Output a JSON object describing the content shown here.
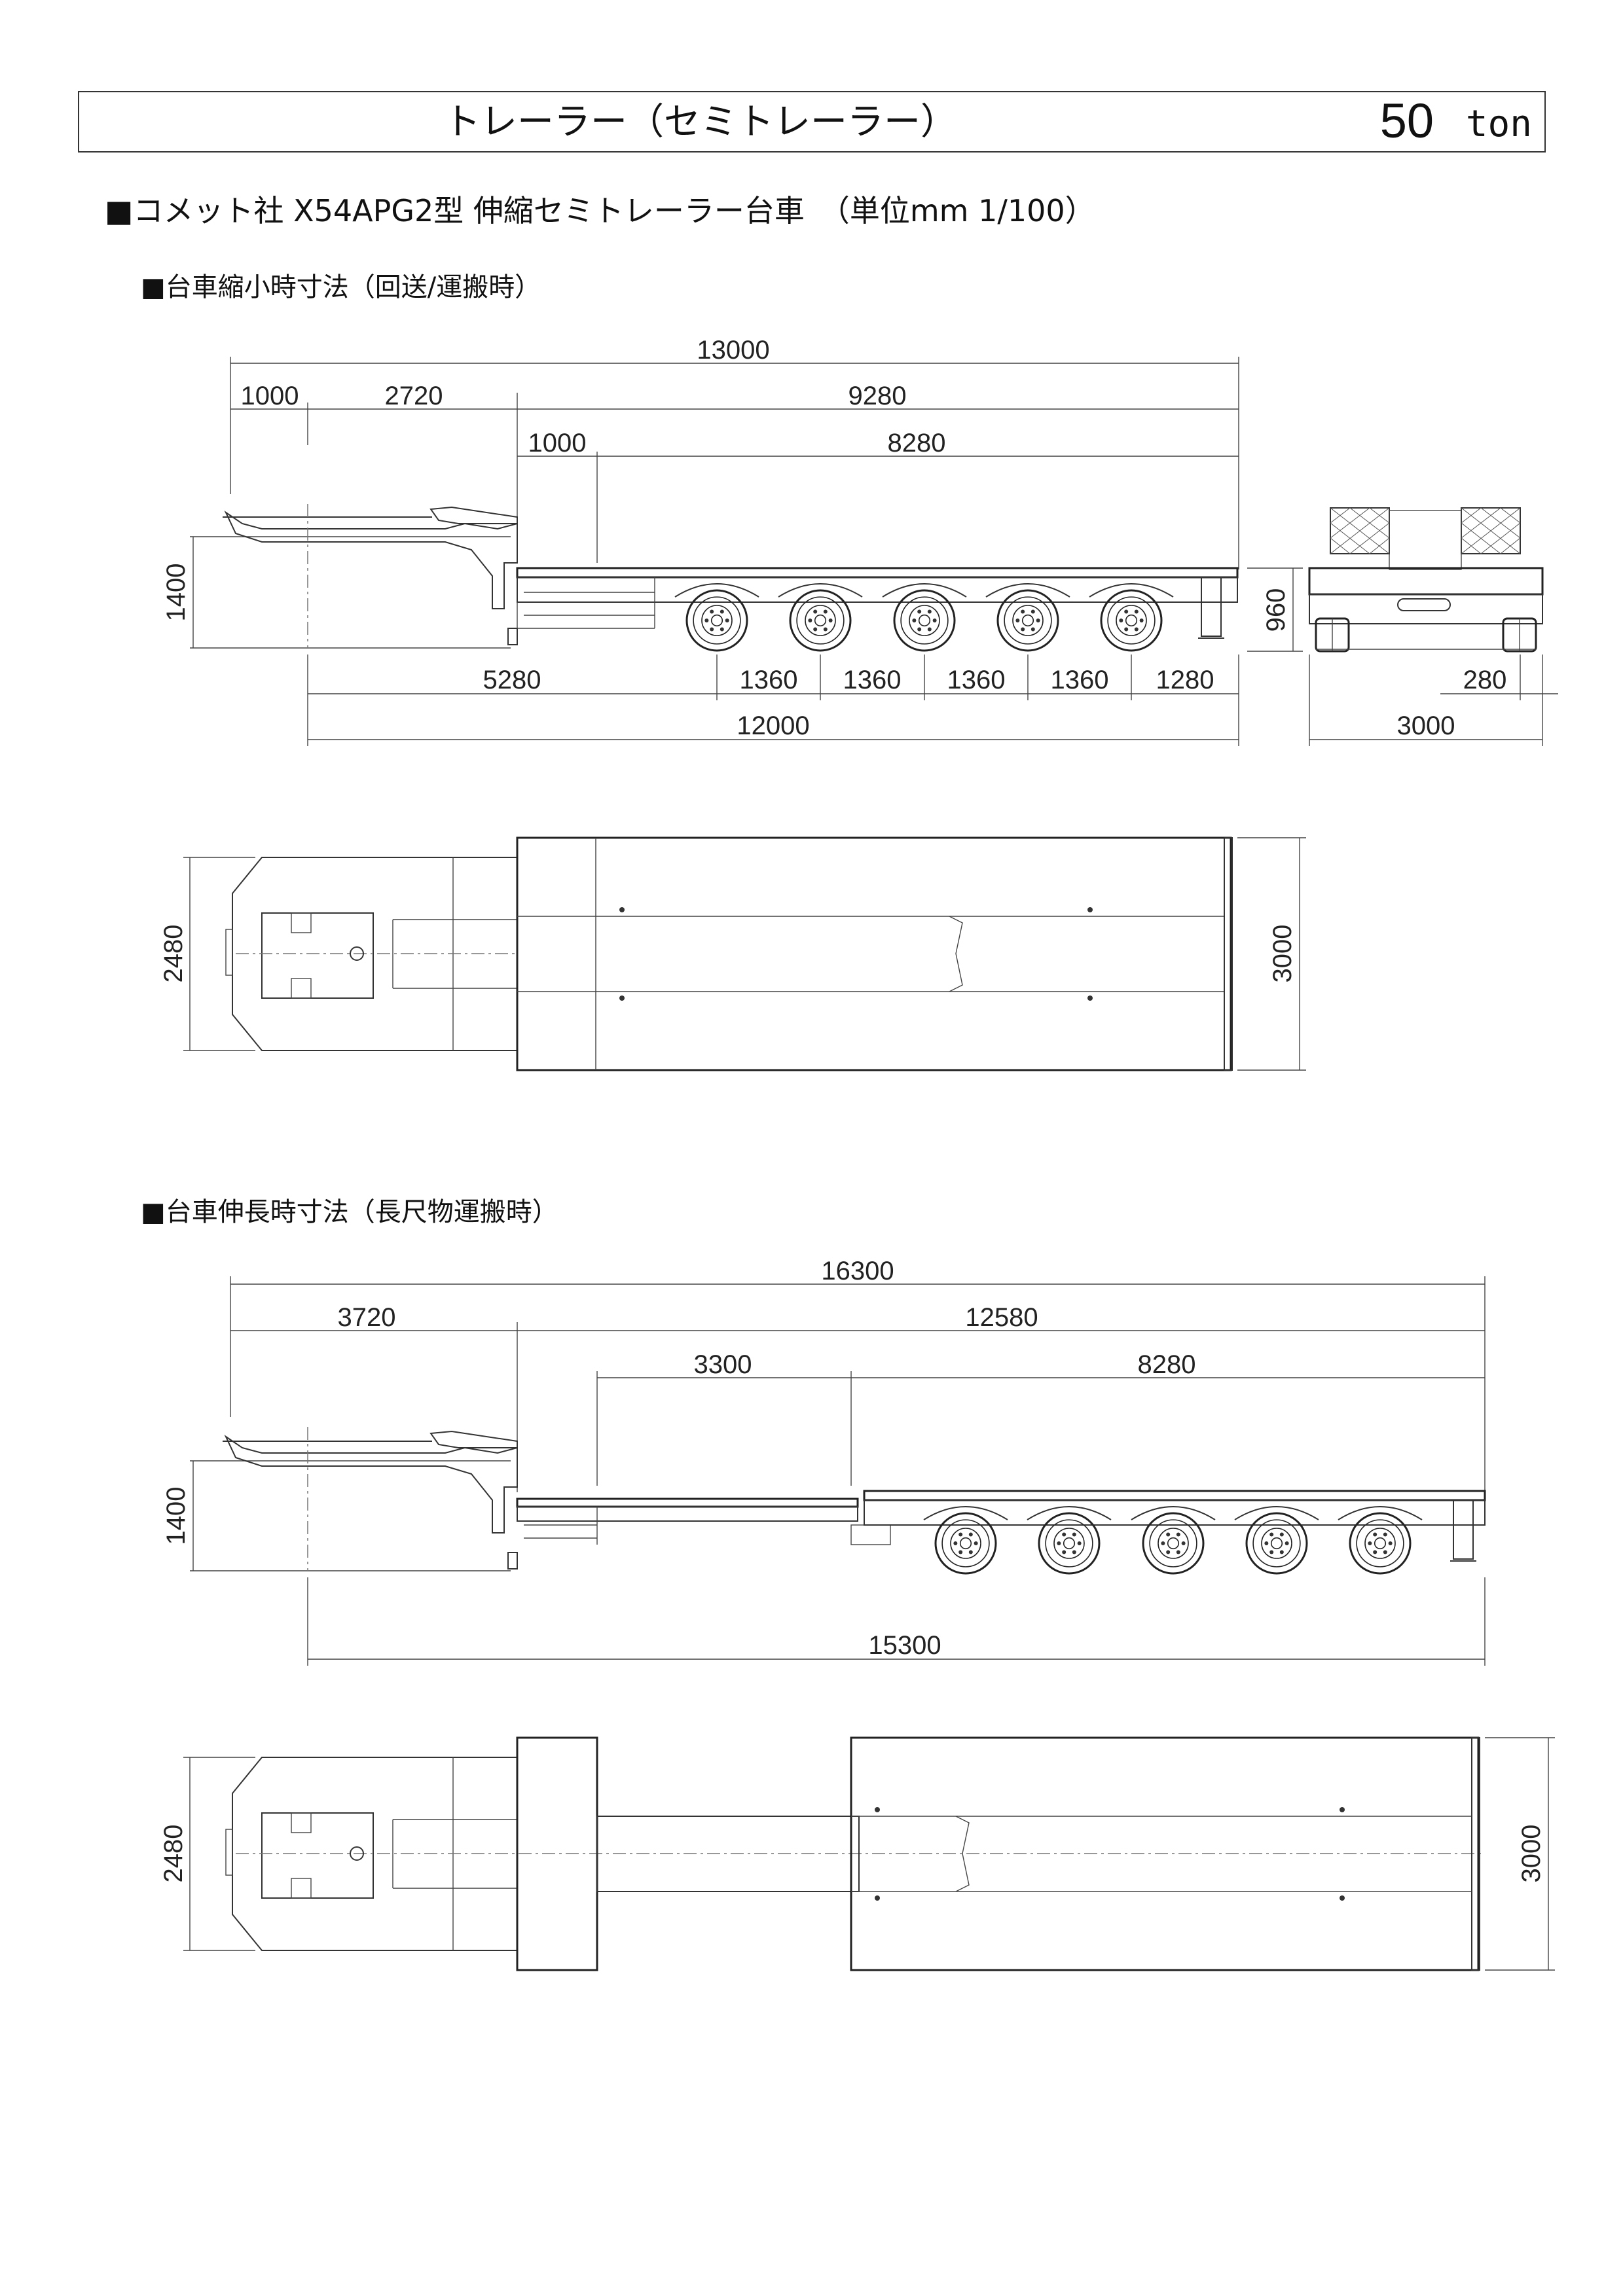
{
  "header": {
    "title": "トレーラー（セミトレーラー）",
    "capacity_value": "50",
    "capacity_unit": "ton"
  },
  "main_heading": "■コメット社 X54APG2型 伸縮セミトレーラー台車　（単位mm 1/100）",
  "section_retracted": {
    "heading": "■台車縮小時寸法（回送/運搬時）",
    "dims": {
      "overall": "13000",
      "front_overhang": "1000",
      "kingpin_to_neck": "2720",
      "deck": "9280",
      "deck_front": "1000",
      "deck_rear": "8280",
      "height": "1400",
      "kingpin_to_axle": "5280",
      "axle_spacing": [
        "1360",
        "1360",
        "1360",
        "1360"
      ],
      "rear_overhang": "1280",
      "wheelbase_total": "12000",
      "deck_height": "960",
      "tire_width": "280",
      "rear_width": "3000",
      "gooseneck_width": "2480",
      "deck_width": "3000"
    }
  },
  "section_extended": {
    "heading": "■台車伸長時寸法（長尺物運搬時）",
    "dims": {
      "overall": "16300",
      "gooseneck_length": "3720",
      "deck_length": "12580",
      "extension": "3300",
      "rear_deck": "8280",
      "height": "1400",
      "total_length": "15300",
      "gooseneck_width": "2480",
      "deck_width": "3000"
    }
  }
}
